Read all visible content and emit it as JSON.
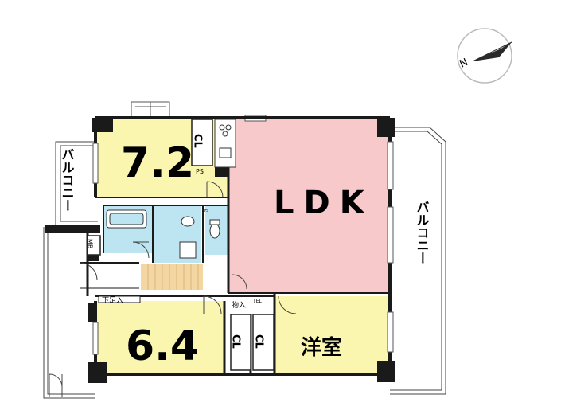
{
  "compass": {
    "north_label": "N"
  },
  "rooms": {
    "western_room_1": {
      "size": "7.2"
    },
    "western_room_2": {
      "size": "6.4"
    },
    "ldk": {
      "label": "LDK"
    },
    "western_room_3": {
      "label": "洋室"
    }
  },
  "balcony": {
    "left_label": "バルコニー",
    "right_label": "バルコニー"
  },
  "closets": {
    "cl_top": "CL",
    "cl_bottom_left": "CL",
    "cl_bottom_right": "CL",
    "mb": "MB",
    "shoe_closet": "下足入",
    "storage": "物入",
    "ps_top": "PS",
    "ps_small": "PS",
    "tel": "TEL"
  },
  "colors": {
    "room_yellow": "#FAF6B0",
    "ldk_pink": "#F7C9CB",
    "bath_blue": "#BDE4F1",
    "floor_wood": "#F3D6A2",
    "wall": "#1A1A1A"
  }
}
